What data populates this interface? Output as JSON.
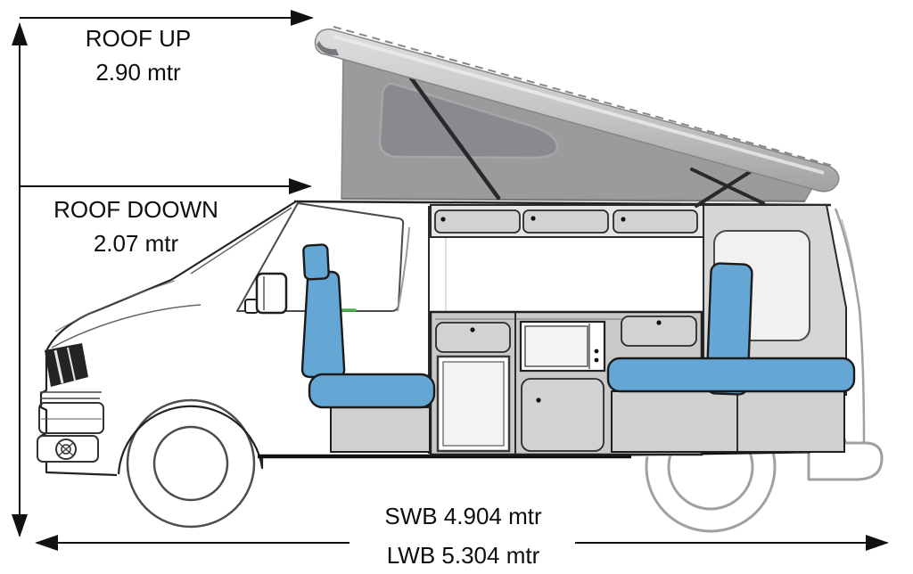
{
  "labels": {
    "roof_up": {
      "title": "ROOF UP",
      "value": "2.90 mtr"
    },
    "roof_down": {
      "title": "ROOF DOOWN",
      "value": "2.07 mtr"
    },
    "swb": "SWB 4.904 mtr",
    "lwb": "LWB 5.304 mtr"
  },
  "colors": {
    "seat_blue": "#64a7d4",
    "bellows_gray": "#9b9b9d",
    "poptop_window_gray": "#8a8a8e",
    "roof_panel_light": "#dededf",
    "roof_panel_dark": "#a2a2a4",
    "cabinet_gray": "#d2d2d2",
    "unit_gray": "#c9c9c9",
    "panel_gray": "#d6d6d6",
    "base_gray": "#d0d0d0",
    "outline_gray": "#a0a0a2",
    "line_dark": "#111111",
    "handle_green": "#4caf50"
  }
}
